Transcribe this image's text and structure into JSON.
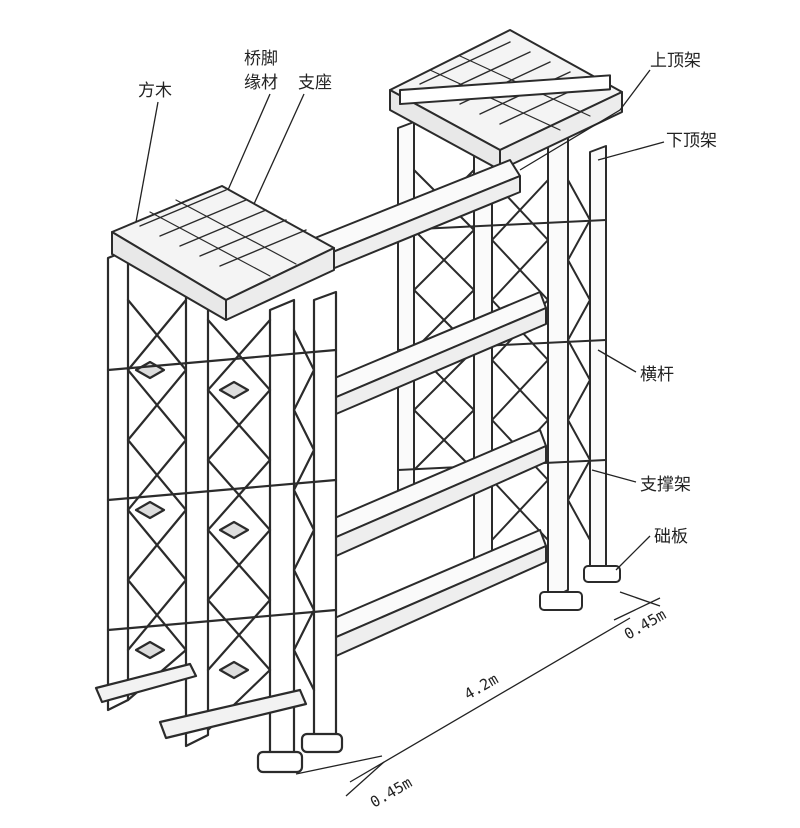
{
  "labels": {
    "fangmu": "方木",
    "qiaojiao_1": "桥脚",
    "qiaojiao_2": "缘材",
    "zhizuo": "支座",
    "shangdingjia": "上顶架",
    "xiadingjia": "下顶架",
    "henggan": "横杆",
    "zhichengjia": "支撑架",
    "chuban": "础板"
  },
  "dimensions": {
    "span": "4.2m",
    "width_front": "0.45m",
    "width_back": "0.45m"
  }
}
